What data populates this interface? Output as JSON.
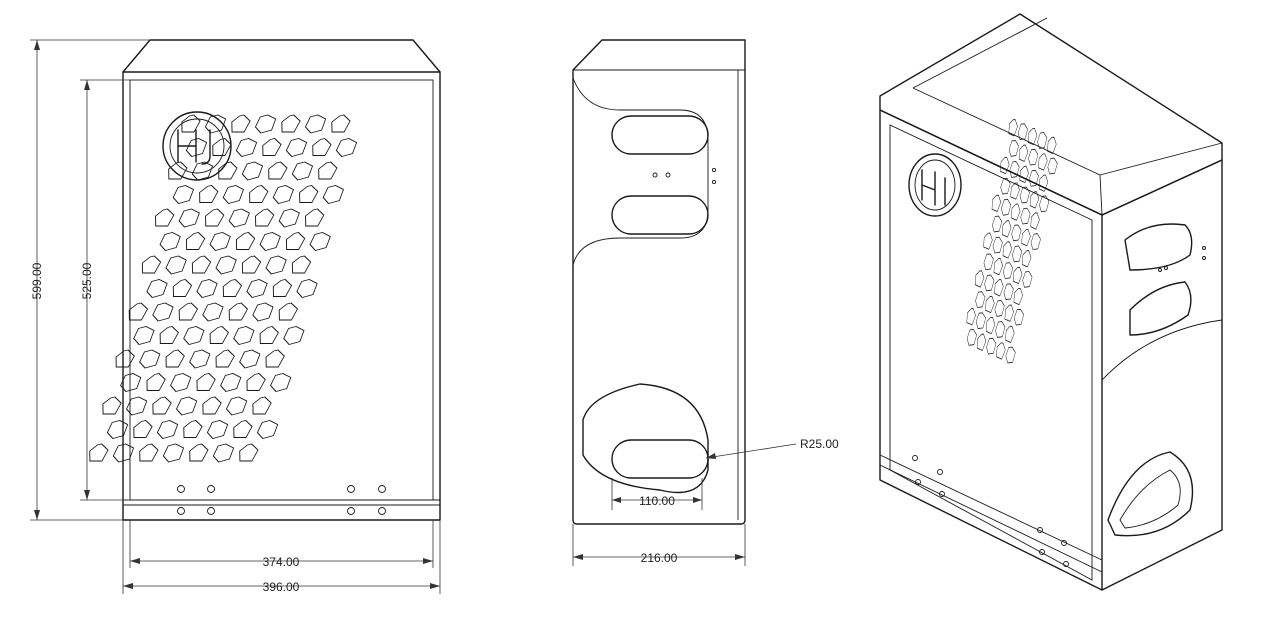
{
  "dimensions": {
    "total_height": "599.00",
    "panel_height": "525.00",
    "inner_width": "374.00",
    "outer_width": "396.00",
    "slot_width": "110.00",
    "radius": "R25.00",
    "depth": "216.00"
  },
  "colors": {
    "line": "#1a1a1a",
    "background": "#ffffff"
  }
}
